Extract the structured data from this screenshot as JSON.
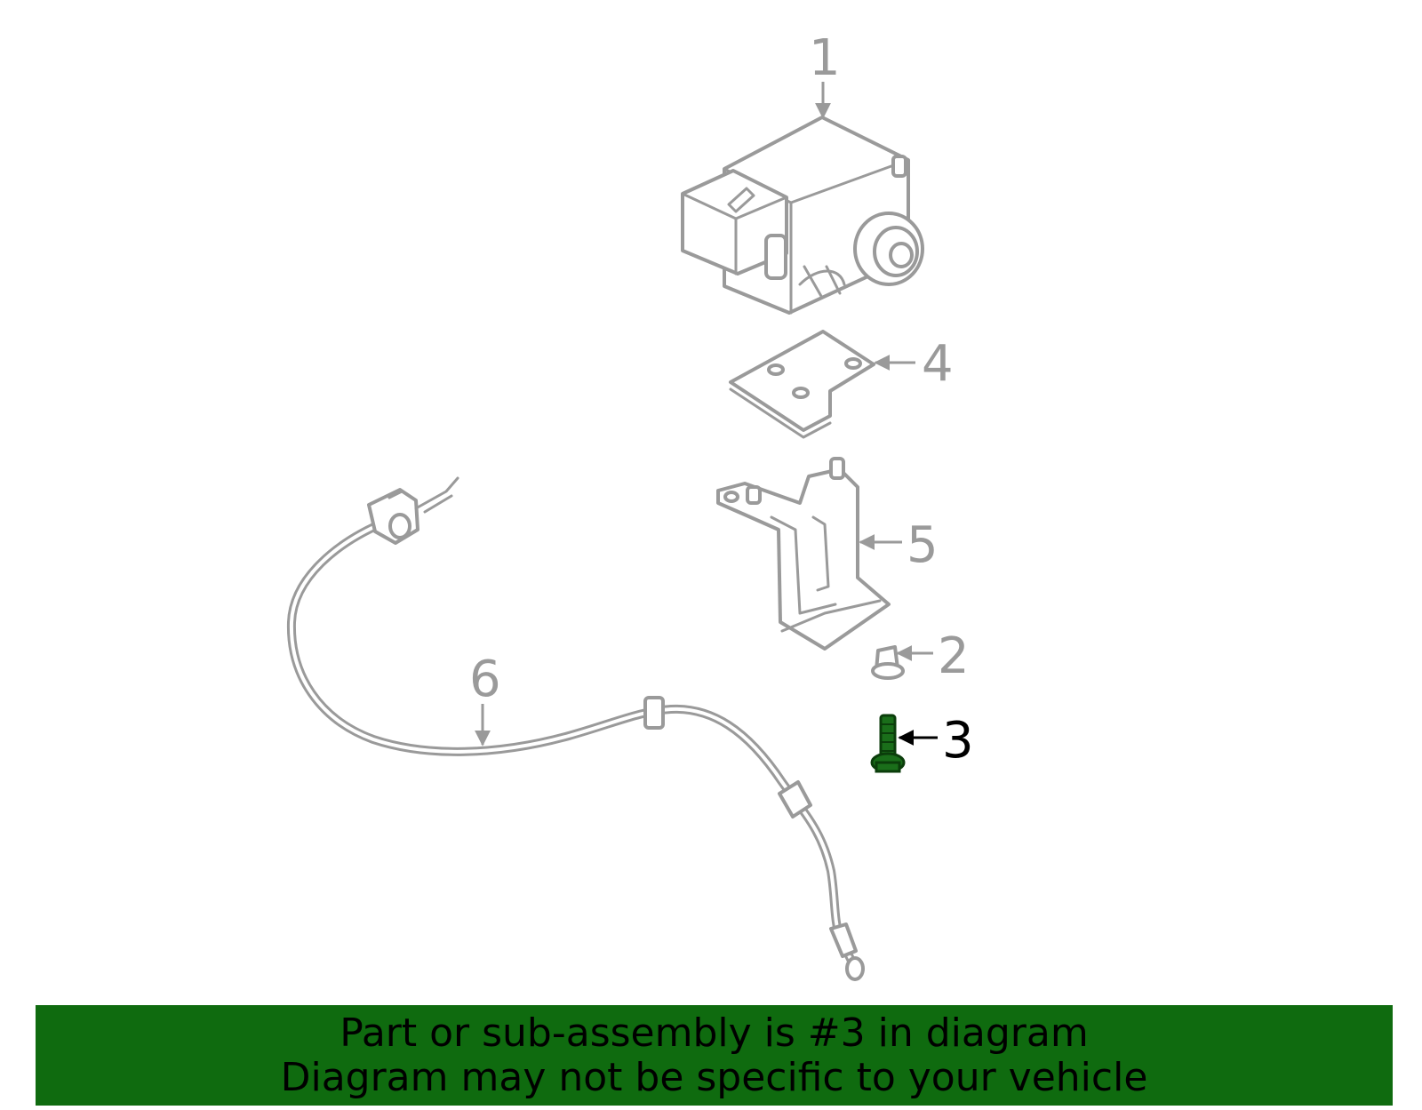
{
  "colors": {
    "line_art": "#9a9a9a",
    "highlight_part": "#1a6e1a",
    "banner_background": "#0f6b0f",
    "banner_text": "#000000",
    "active_callout": "#000000"
  },
  "callouts": {
    "c1": "1",
    "c2": "2",
    "c3": "3",
    "c4": "4",
    "c5": "5",
    "c6": "6"
  },
  "highlighted_callout": "3",
  "banner": {
    "line1": "Part or sub-assembly is #3 in diagram",
    "line2": "Diagram may not be specific to your vehicle"
  }
}
